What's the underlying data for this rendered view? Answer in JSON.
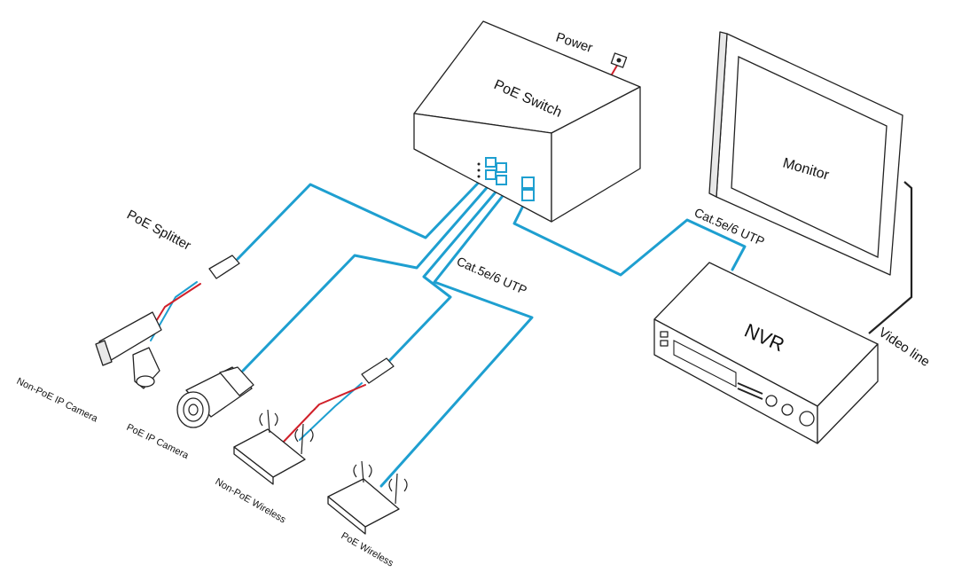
{
  "labels": {
    "power": "Power",
    "poe_switch": "PoE  Switch",
    "monitor": "Monitor",
    "nvr": "NVR",
    "video_line": "Video line",
    "cat_utp_right": "Cat.5e/6 UTP",
    "cat_utp_mid": "Cat.5e/6 UTP",
    "poe_splitter": "PoE Splitter",
    "non_poe_ip_camera": "Non-PoE IP Camera",
    "poe_ip_camera": "PoE IP Camera",
    "non_poe_wireless": "Non-PoE Wireless",
    "poe_wireless": "PoE  Wireless"
  },
  "colors": {
    "cable": "#1e9fd0",
    "power_cable": "#d0202a",
    "outline": "#222222"
  },
  "icons": [
    "poe-switch-icon",
    "monitor-icon",
    "nvr-icon",
    "non-poe-ip-camera-icon",
    "poe-ip-camera-icon",
    "non-poe-wireless-icon",
    "poe-wireless-icon",
    "poe-splitter-icon",
    "power-plug-icon"
  ]
}
